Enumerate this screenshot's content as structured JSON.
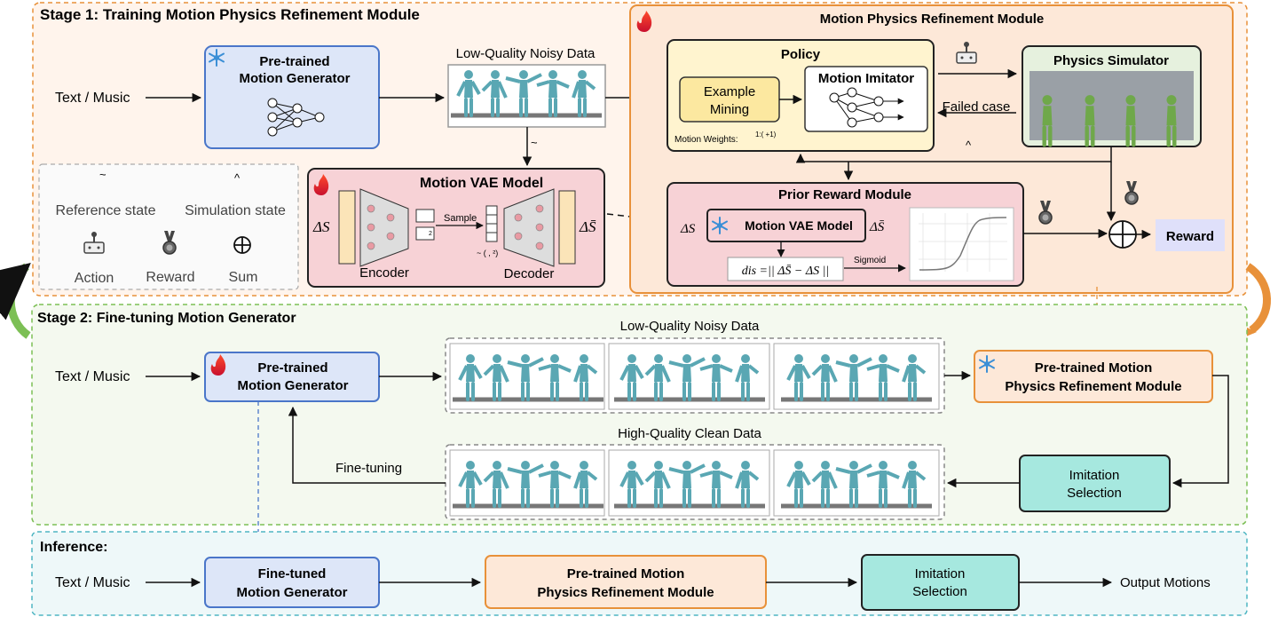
{
  "stage1": {
    "title": "Stage 1: Training Motion Physics Refinement Module",
    "input": "Text / Music",
    "generator": {
      "line1": "Pre-trained",
      "line2": "Motion Generator"
    },
    "noisy_data": "Low-Quality Noisy Data",
    "tilde": "~",
    "legend": {
      "tilde": "~",
      "hat": "^",
      "reference": "Reference state",
      "simulation": "Simulation state",
      "action": "Action",
      "reward": "Reward",
      "sum": "Sum"
    },
    "vae": {
      "title": "Motion VAE Model",
      "delta_in": "ΔS",
      "delta_out": "ΔS̄",
      "sample": "Sample",
      "sq": "2",
      "noise": "~ ( , ²)",
      "encoder": "Encoder",
      "decoder": "Decoder"
    }
  },
  "mprm": {
    "title": "Motion Physics Refinement Module",
    "policy": "Policy",
    "mining": {
      "line1": "Example",
      "line2": "Mining"
    },
    "imitator": "Motion Imitator",
    "weights": "Motion Weights:",
    "weights_expr": "1:(  +1)",
    "simulator": "Physics Simulator",
    "failed": "Failed case",
    "hat": "^",
    "prior": {
      "title": "Prior Reward Module",
      "delta_in": "ΔS",
      "vae": "Motion VAE Model",
      "delta_out": "ΔS̄",
      "formula": "dis =|| ΔS̄ − ΔS ||",
      "sigmoid": "Sigmoid"
    },
    "reward": "Reward"
  },
  "stage2": {
    "title": "Stage 2: Fine-tuning Motion Generator",
    "input": "Text / Music",
    "generator": {
      "line1": "Pre-trained",
      "line2": "Motion Generator"
    },
    "noisy_data": "Low-Quality Noisy Data",
    "clean_data": "High-Quality Clean Data",
    "refine": {
      "line1": "Pre-trained Motion",
      "line2": "Physics Refinement Module"
    },
    "selection": {
      "line1": "Imitation",
      "line2": "Selection"
    },
    "finetune": "Fine-tuning"
  },
  "inference": {
    "title": "Inference:",
    "input": "Text / Music",
    "generator": {
      "line1": "Fine-tuned",
      "line2": "Motion Generator"
    },
    "refine": {
      "line1": "Pre-trained Motion",
      "line2": "Physics Refinement Module"
    },
    "selection": {
      "line1": "Imitation",
      "line2": "Selection"
    },
    "output": "Output Motions"
  },
  "colors": {
    "stage1_border": "#e8913a",
    "stage2_border": "#7cbf55",
    "inference_border": "#4fb6c3",
    "generator_fill": "#dde6f8",
    "generator_border": "#4a76c9",
    "vae_fill": "#f7d2d6",
    "policy_fill": "#fff4cf",
    "mining_fill": "#fce8a0",
    "simulator_fill": "#e6f1de",
    "selection_fill": "#a6e8df",
    "refine_fill": "#fde8d8",
    "reward_fill": "#dfe0fa",
    "figure_color": "#5aa7b3"
  }
}
